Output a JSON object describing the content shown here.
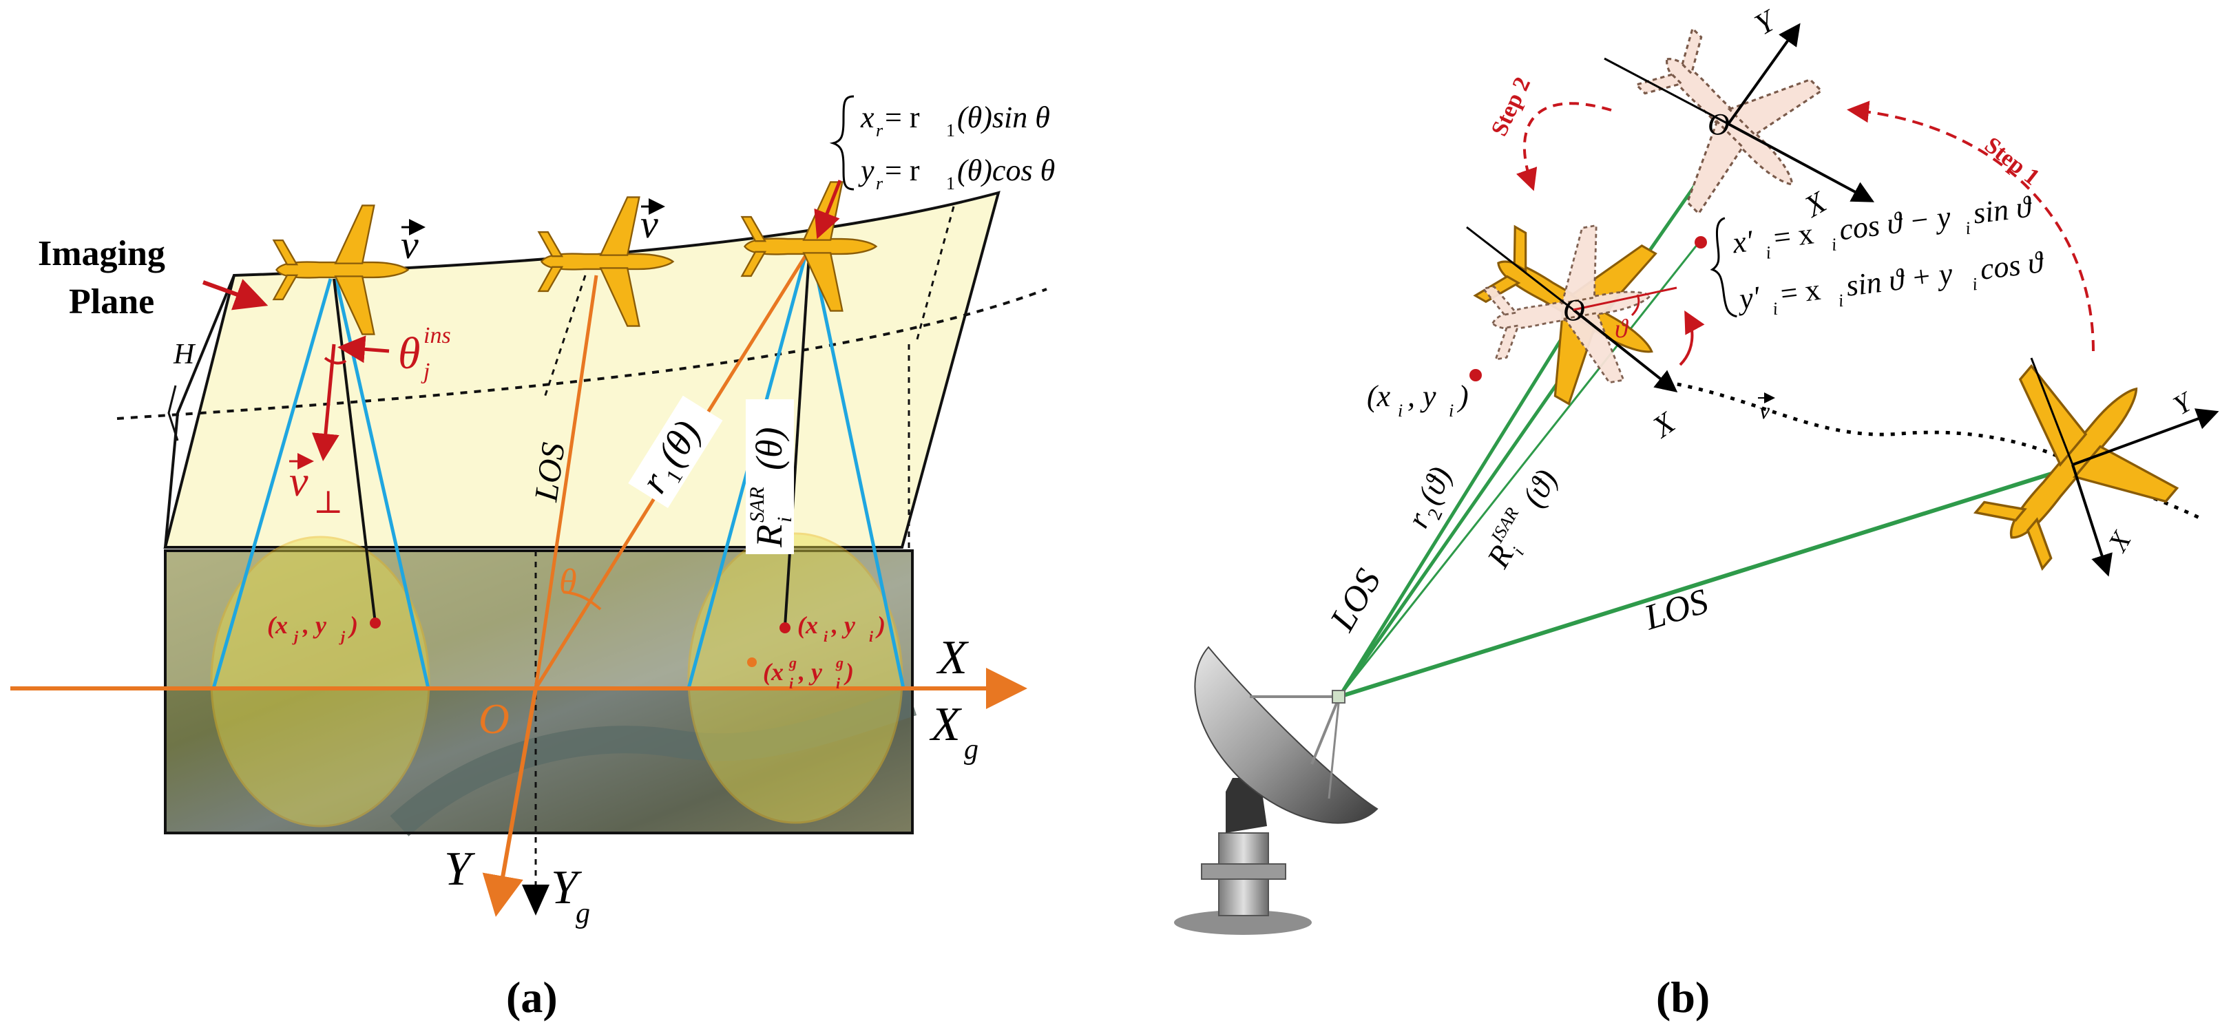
{
  "panel_a": {
    "caption": "(a)",
    "imaging_plane_line1": "Imaging",
    "imaging_plane_line2": "Plane",
    "H": "H",
    "v": "v",
    "theta_ins": "θ",
    "theta_ins_sub": "j",
    "theta_ins_sup": "ins",
    "v_perp": "v",
    "perp": "⊥",
    "LOS": "LOS",
    "r1": "r",
    "r1_sub": "1",
    "r1_arg": "(θ)",
    "RSAR": "R",
    "RSAR_sub": "i",
    "RSAR_sup": "SAR",
    "RSAR_arg": "(θ)",
    "theta": "θ",
    "O": "O",
    "X": "X",
    "Xg": "X",
    "Xg_sub": "g",
    "Y": "Y",
    "Yg": "Y",
    "Yg_sub": "g",
    "pt_j": "(x",
    "pt_j_sub": "j",
    "pt_j_mid": ", y",
    "pt_j_sub2": "j",
    "pt_j_end": ")",
    "pt_i": "(x",
    "pt_i_sub": "i",
    "pt_i_mid": ", y",
    "pt_i_sub2": "i",
    "pt_i_end": ")",
    "pt_ig": "(x",
    "pt_ig_sub": "i",
    "pt_ig_sup": "g",
    "pt_ig_mid": ", y",
    "pt_ig_sub2": "i",
    "pt_ig_sup2": "g",
    "pt_ig_end": ")",
    "eq1": "x",
    "eq1_sub": "r",
    "eq1_rhs": " = r",
    "eq1_rhs_sub": "1",
    "eq1_rhs2": "(θ)sin θ",
    "eq2": "y",
    "eq2_sub": "r",
    "eq2_rhs": " = r",
    "eq2_rhs_sub": "1",
    "eq2_rhs2": "(θ)cos θ"
  },
  "panel_b": {
    "caption": "(b)",
    "step1": "Step 1",
    "step2": "Step 2",
    "O_top": "O",
    "O_mid": "O",
    "Y_top": "Y",
    "X_top": "X",
    "X_mid": "X",
    "Y_right": "Y",
    "X_right": "X",
    "v": "v",
    "theta_mid": "ϑ",
    "pt_xy": "(x",
    "pt_xy_sub": "i",
    "pt_xy_mid": ", y",
    "pt_xy_sub2": "i",
    "pt_xy_end": ")",
    "eq1": "x′",
    "eq1_sub": "i",
    "eq1_rhs": " = x",
    "eq1_rhs_sub": "i",
    "eq1_rhs2": " cos ϑ − y",
    "eq1_rhs2_sub": "i",
    "eq1_rhs3": " sin ϑ",
    "eq2": "y′",
    "eq2_sub": "i",
    "eq2_rhs": " = x",
    "eq2_rhs_sub": "i",
    "eq2_rhs2": " sin ϑ + y",
    "eq2_rhs2_sub": "i",
    "eq2_rhs3": " cos ϑ",
    "r2": "r",
    "r2_sub": "2",
    "r2_arg": "(ϑ)",
    "RISAR": "R",
    "RISAR_sub": "i",
    "RISAR_sup": "ISAR",
    "RISAR_arg": "(ϑ)",
    "LOS_left": "LOS",
    "LOS_mid": "LOS"
  },
  "colors": {
    "plane_yellow": "#f5b416",
    "ghost_plane": "#f8e2d8",
    "los_orange": "#e87722",
    "los_green": "#2e9a4a",
    "beam_blue": "#1fa6e0",
    "label_red": "#c8161d",
    "imaging_plane_fill": "#fbf8d2",
    "footprint_fill": "#e8dc4a"
  }
}
